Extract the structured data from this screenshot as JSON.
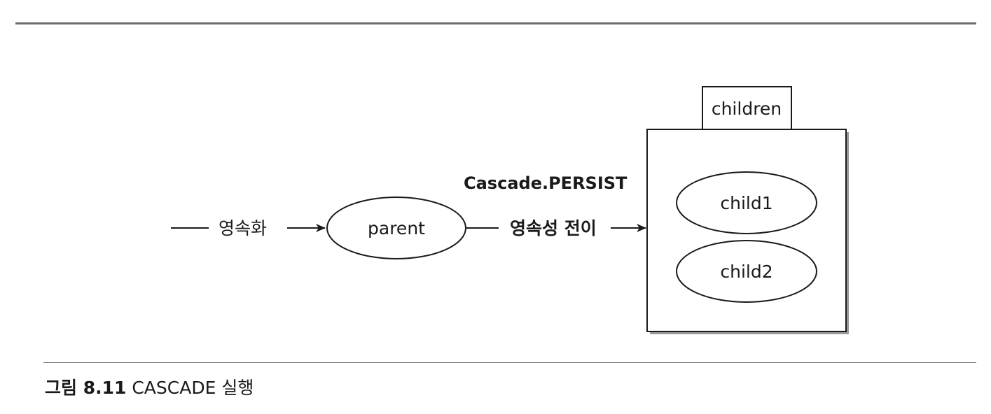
{
  "diagram": {
    "input_label": "영속화",
    "parent_label": "parent",
    "cascade_label": "Cascade.PERSIST",
    "transfer_label": "영속성 전이",
    "collection_label": "children",
    "child1_label": "child1",
    "child2_label": "child2"
  },
  "caption": {
    "label": "그림 8.11",
    "text": "CASCADE 실행"
  }
}
